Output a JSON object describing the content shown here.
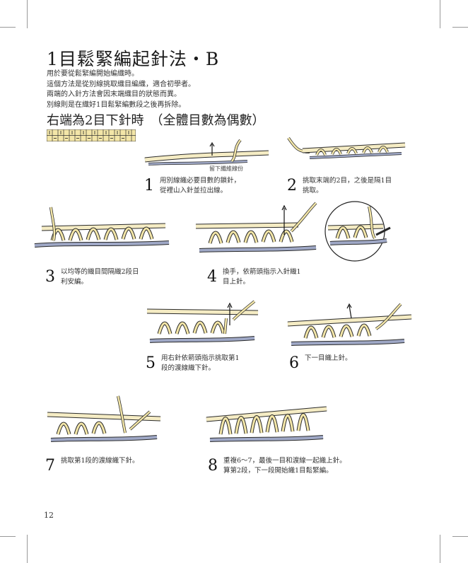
{
  "title": "1目鬆緊編起針法・B",
  "intro": [
    "用於要從鬆緊編開始編織時。",
    "這個方法是從別線挑取織目編織，適合初學者。",
    "兩端的入針方法會因末端織目的狀態而異。",
    "別線則是在織好1目鬆緊編數段之後再拆除。"
  ],
  "section_title": "右端為2目下針時　（全體目數為偶數）",
  "figure_note": "留下纖維線份",
  "steps": [
    {
      "num": "1",
      "lines": [
        "用別線織必要目數的鎖針，",
        "從裡山入針並拉出線。"
      ]
    },
    {
      "num": "2",
      "lines": [
        "挑取末端的2目，之後是隔1目",
        "挑取。"
      ]
    },
    {
      "num": "3",
      "lines": [
        "以均等的織目間隔織2段日",
        "利安編。"
      ]
    },
    {
      "num": "4",
      "lines": [
        "換手，依箭頭指示入針織1",
        "目上針。"
      ]
    },
    {
      "num": "5",
      "lines": [
        "用右針依箭頭指示挑取第1",
        "段的渡線織下針。"
      ]
    },
    {
      "num": "6",
      "lines": [
        "下一目織上針。"
      ]
    },
    {
      "num": "7",
      "lines": [
        "挑取第1段的渡線織下針。"
      ]
    },
    {
      "num": "8",
      "lines": [
        "重複6～7，最後一目和渡線一起織上針。",
        "算第2段，下一段開始織1目鬆緊編。"
      ]
    }
  ],
  "page_number": "12",
  "colors": {
    "yarn": "#f3e6a8",
    "yarn_outline": "#2a2a2a",
    "waste_yarn": "#9fa8c6",
    "needle": "#f5ecc4"
  }
}
